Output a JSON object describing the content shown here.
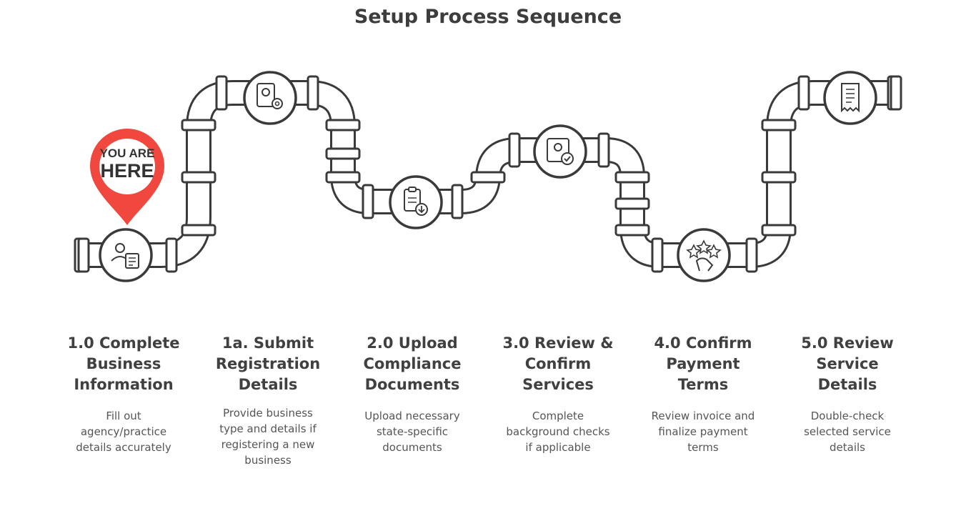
{
  "title": "Setup Process Sequence",
  "marker": {
    "line1": "YOU ARE",
    "line2": "HERE",
    "color": "#f0473e"
  },
  "colors": {
    "pipe_stroke": "#3a3a3a",
    "pipe_fill": "#ffffff"
  },
  "steps": [
    {
      "title": [
        "1.0 Complete",
        "Business",
        "Information"
      ],
      "description": [
        "Fill out",
        "agency/practice",
        "details accurately"
      ],
      "icon": "user-form-icon"
    },
    {
      "title": [
        "1a. Submit",
        "Registration",
        "Details"
      ],
      "description": [
        "Provide business",
        "type and details if",
        "registering a new",
        "business"
      ],
      "icon": "id-card-gear-icon"
    },
    {
      "title": [
        "2.0 Upload",
        "Compliance",
        "Documents"
      ],
      "description": [
        "Upload necessary",
        "state-specific",
        "documents"
      ],
      "icon": "clipboard-download-icon"
    },
    {
      "title": [
        "3.0 Review &",
        "Confirm",
        "Services"
      ],
      "description": [
        "Complete",
        "background checks",
        "if applicable"
      ],
      "icon": "face-scan-check-icon"
    },
    {
      "title": [
        "4.0 Confirm",
        "Payment",
        "Terms"
      ],
      "description": [
        "Review invoice and",
        "finalize payment",
        "terms"
      ],
      "icon": "stars-hand-icon"
    },
    {
      "title": [
        "5.0  Review",
        "Service",
        "Details"
      ],
      "description": [
        "Double-check",
        "selected service",
        "details"
      ],
      "icon": "receipt-icon"
    }
  ]
}
